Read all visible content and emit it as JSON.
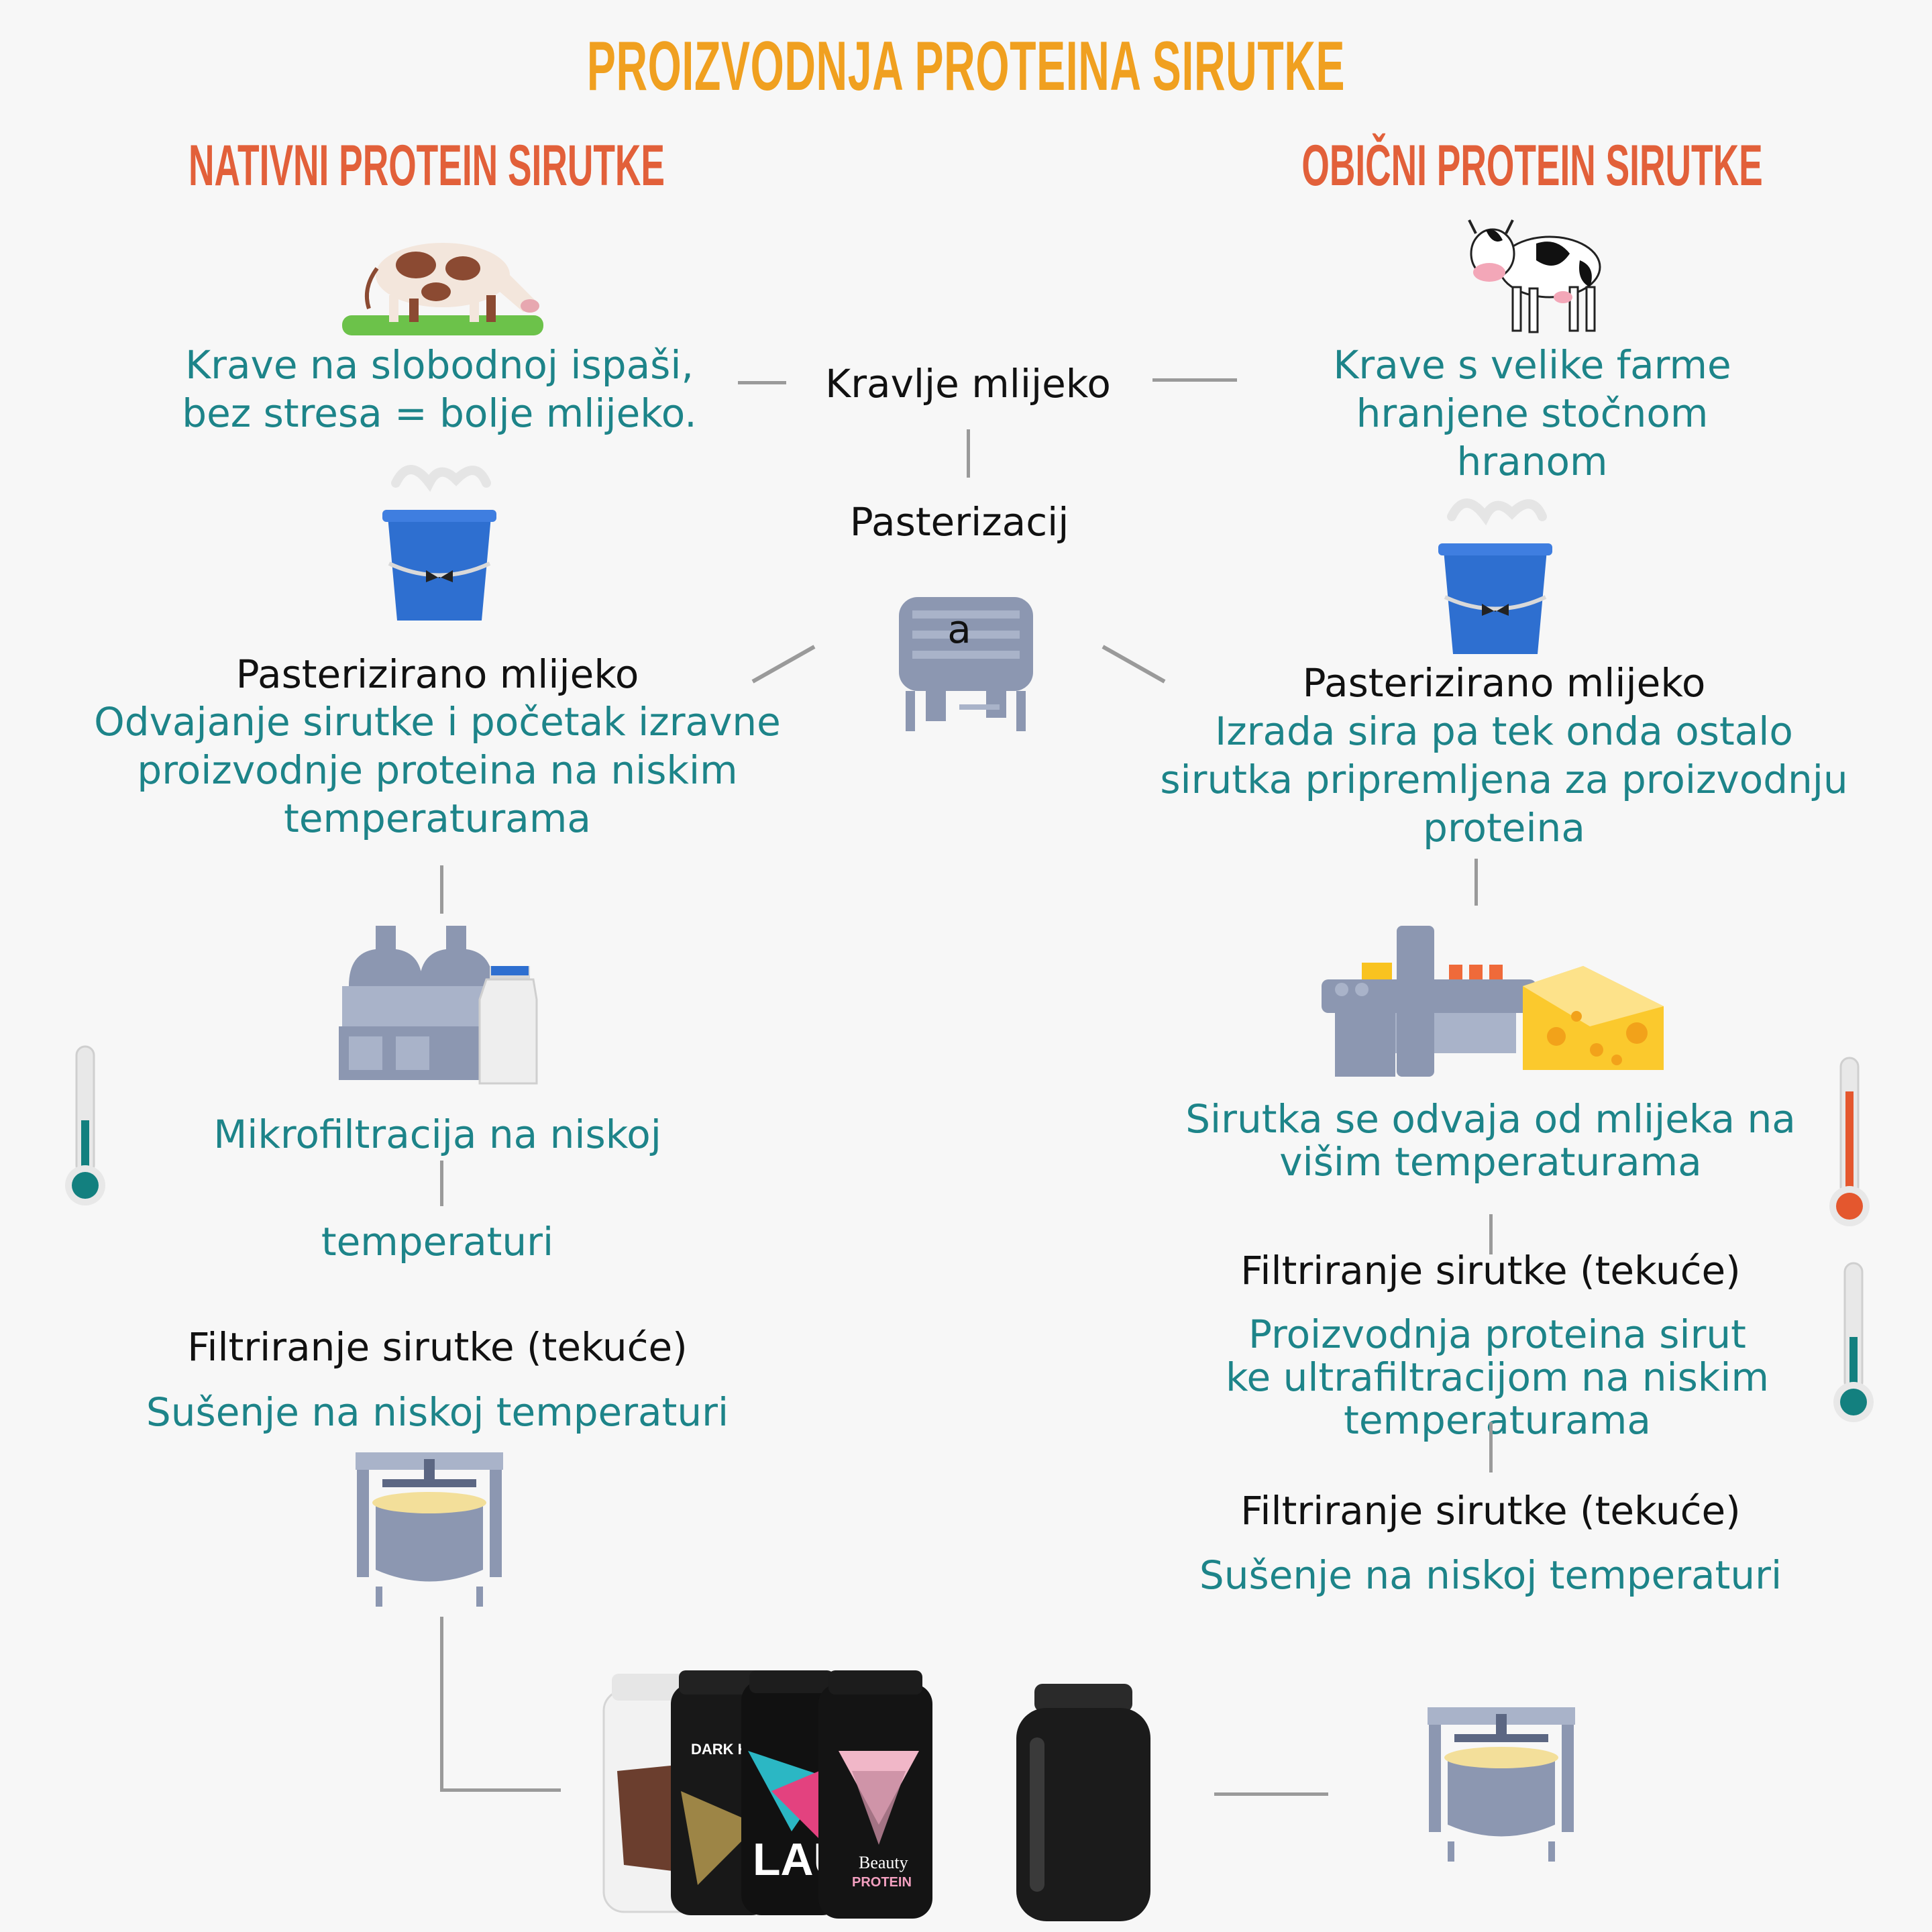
{
  "title": "PROIZVODNJA PROTEINA SIRUTKE",
  "left": {
    "heading": "NATIVNI PROTEIN SIRUTKE",
    "cow_text": [
      "Krave na slobodnoj ispaši,",
      "bez stresa = bolje mlijeko."
    ],
    "pasteurized": "Pasterizirano mlijeko",
    "separation": [
      "Odvajanje sirutke i početak izravne",
      "proizvodnje proteina na niskim",
      "temperaturama"
    ],
    "microfiltration": "Mikrofiltracija na niskoj",
    "microfiltration_cont": "temperaturi",
    "filtering": "Filtriranje sirutke (tekuće)",
    "drying": "Sušenje na niskoj temperaturi"
  },
  "center": {
    "milk": "Kravlje mlijeko",
    "pasteurization": "Pasterizacij",
    "pasteurization_cont": "a"
  },
  "right": {
    "heading": "OBIČNI PROTEIN SIRUTKE",
    "cow_text": [
      "Krave s velike farme",
      "hranjene stočnom",
      "hranom"
    ],
    "pasteurized": "Pasterizirano mlijeko",
    "cheese": [
      "Izrada sira pa tek onda ostalo",
      "sirutka pripremljena za proizvodnju",
      "proteina"
    ],
    "separation": [
      "Sirutka se odvaja od mlijeka na",
      "višim temperaturama"
    ],
    "filtering_1": "Filtriranje sirutke (tekuće)",
    "ultrafiltration": [
      "Proizvodnja proteina sirut",
      "ke ultrafiltracijom na niskim",
      "temperaturama"
    ],
    "filtering_2": "Filtriranje sirutke (tekuće)",
    "drying": "Sušenje na niskoj temperaturi"
  },
  "products": {
    "jar_labels": [
      "DARK KN",
      "LAU",
      "Beauty",
      "PROTEIN"
    ]
  },
  "colors": {
    "title": "#f0a020",
    "heading": "#e2603a",
    "teal_text": "#1d8489",
    "connector": "#9a9a9a",
    "bucket_blue": "#2e6fd0",
    "machine_gray": "#8c97b1",
    "cheese_yellow": "#f9c320"
  }
}
